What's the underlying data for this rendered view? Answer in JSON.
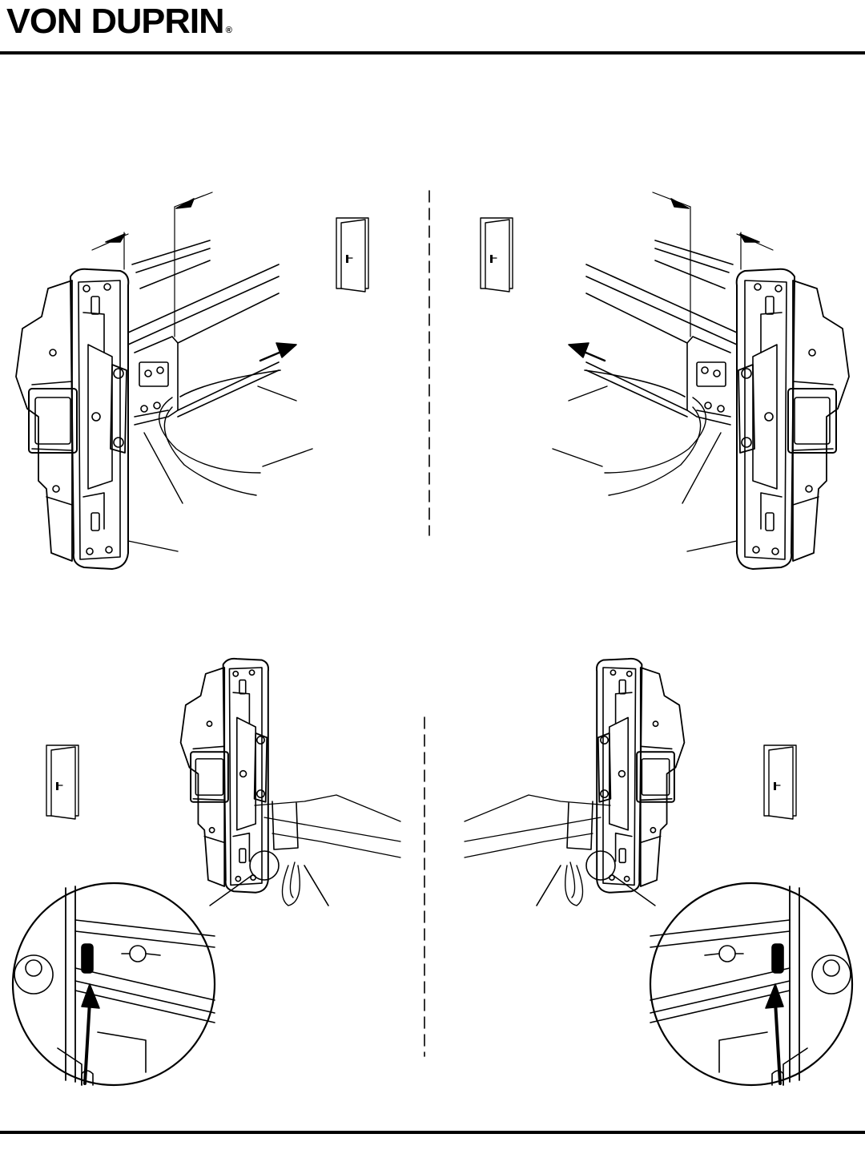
{
  "header": {
    "brand": "VON DUPRIN",
    "registered_mark": "®"
  },
  "figures": {
    "top_left": {
      "door_handing": "right-hand"
    },
    "top_right": {
      "door_handing": "left-hand"
    },
    "bottom_left": {
      "door_handing": "right-hand"
    },
    "bottom_right": {
      "door_handing": "left-hand"
    }
  }
}
